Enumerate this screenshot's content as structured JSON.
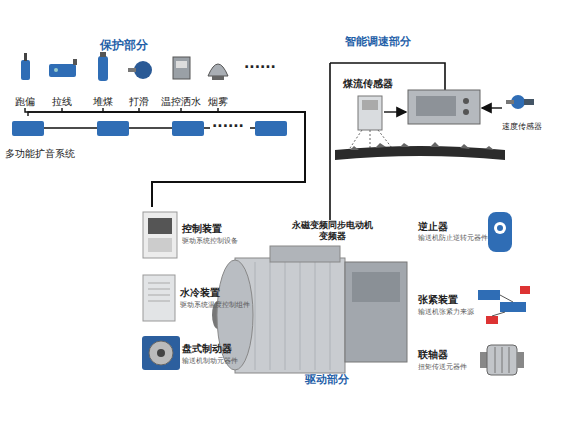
{
  "diagram": {
    "nodes": [
      {
        "text": [
          "跑偏"
        ]
      },
      {
        "text": [
          "拉线"
        ]
      },
      {
        "text": [
          "堆煤"
        ]
      },
      {
        "text": [
          "打滑"
        ]
      },
      {
        "text": [
          "温控洒水"
        ]
      },
      {
        "text": [
          "烟雾"
        ]
      },
      {
        "text": [
          "多功能扩音系统"
        ]
      },
      {
        "text": [
          "煤流传感器"
        ]
      },
      {
        "text": [
          "速度传感器"
        ]
      },
      {
        "text": [
          "控制装置",
          "驱动系统控制设备"
        ]
      },
      {
        "text": [
          "永磁变频同步电动机 变频器"
        ]
      },
      {
        "text": [
          "逆止器",
          "输送机防止逆转元器件"
        ]
      },
      {
        "text": [
          "水冷装置",
          "驱动系统温度控制组件"
        ]
      },
      {
        "text": [
          "张紧装置",
          "输送机张紧力来源"
        ]
      },
      {
        "text": [
          "盘式制动器",
          "输送机制动元器件"
        ]
      },
      {
        "text": [
          "联轴器",
          "扭矩传送元器件"
        ]
      }
    ],
    "edges": [
      {
        "from": 0,
        "to": 9,
        "arrow": "none"
      },
      {
        "from": 1,
        "to": 9,
        "arrow": "none"
      },
      {
        "from": 2,
        "to": 9,
        "arrow": "none"
      },
      {
        "from": 3,
        "to": 9,
        "arrow": "none"
      },
      {
        "from": 4,
        "to": 9,
        "arrow": "none"
      },
      {
        "from": 5,
        "to": 9,
        "arrow": "none"
      },
      {
        "from": 6,
        "to": 9,
        "arrow": "none"
      }
    ],
    "labels": [
      "保护部分",
      "......",
      "......",
      "智能调速部分",
      "驱动部分"
    ]
  }
}
